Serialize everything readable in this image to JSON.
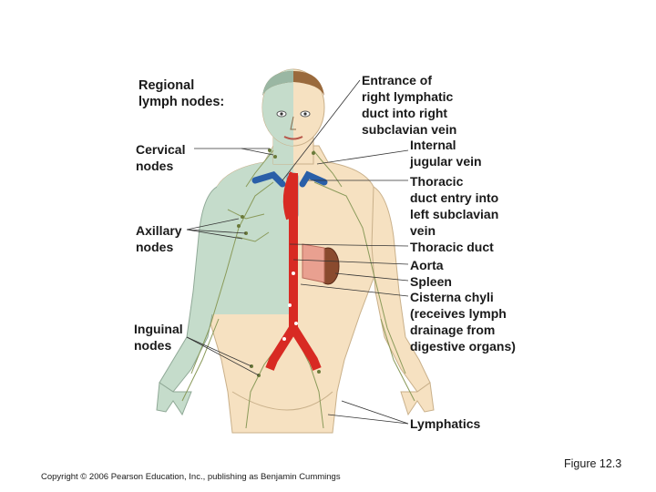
{
  "left_labels": {
    "title": [
      "Regional",
      "lymph nodes:"
    ],
    "cervical": [
      "Cervical",
      "nodes"
    ],
    "axillary": [
      "Axillary",
      "nodes"
    ],
    "inguinal": [
      "Inguinal",
      "nodes"
    ]
  },
  "right_labels": {
    "entrance": [
      "Entrance of",
      "right lymphatic",
      "duct into right",
      "subclavian vein"
    ],
    "internal_jugular": [
      "Internal",
      "jugular vein"
    ],
    "thoracic_duct_entry": [
      "Thoracic",
      "duct entry into",
      "left subclavian",
      "vein"
    ],
    "thoracic_duct": "Thoracic duct",
    "aorta": "Aorta",
    "spleen": "Spleen",
    "cisterna_chyli": [
      "Cisterna chyli",
      "(receives lymph",
      "drainage from",
      "digestive organs)"
    ],
    "lymphatics": "Lymphatics"
  },
  "footer": {
    "copyright": "Copyright © 2006 Pearson Education, Inc., publishing as Benjamin Cummings",
    "figure_number": "Figure 12.3"
  },
  "colors": {
    "right_lymph_region": "#c5dccb",
    "left_lymph_region": "#f6e1c1",
    "vessel": "#d82a23",
    "vein": "#2a5fa8",
    "spleen": "#8a4a2e",
    "hair": "#9a6a3c"
  }
}
